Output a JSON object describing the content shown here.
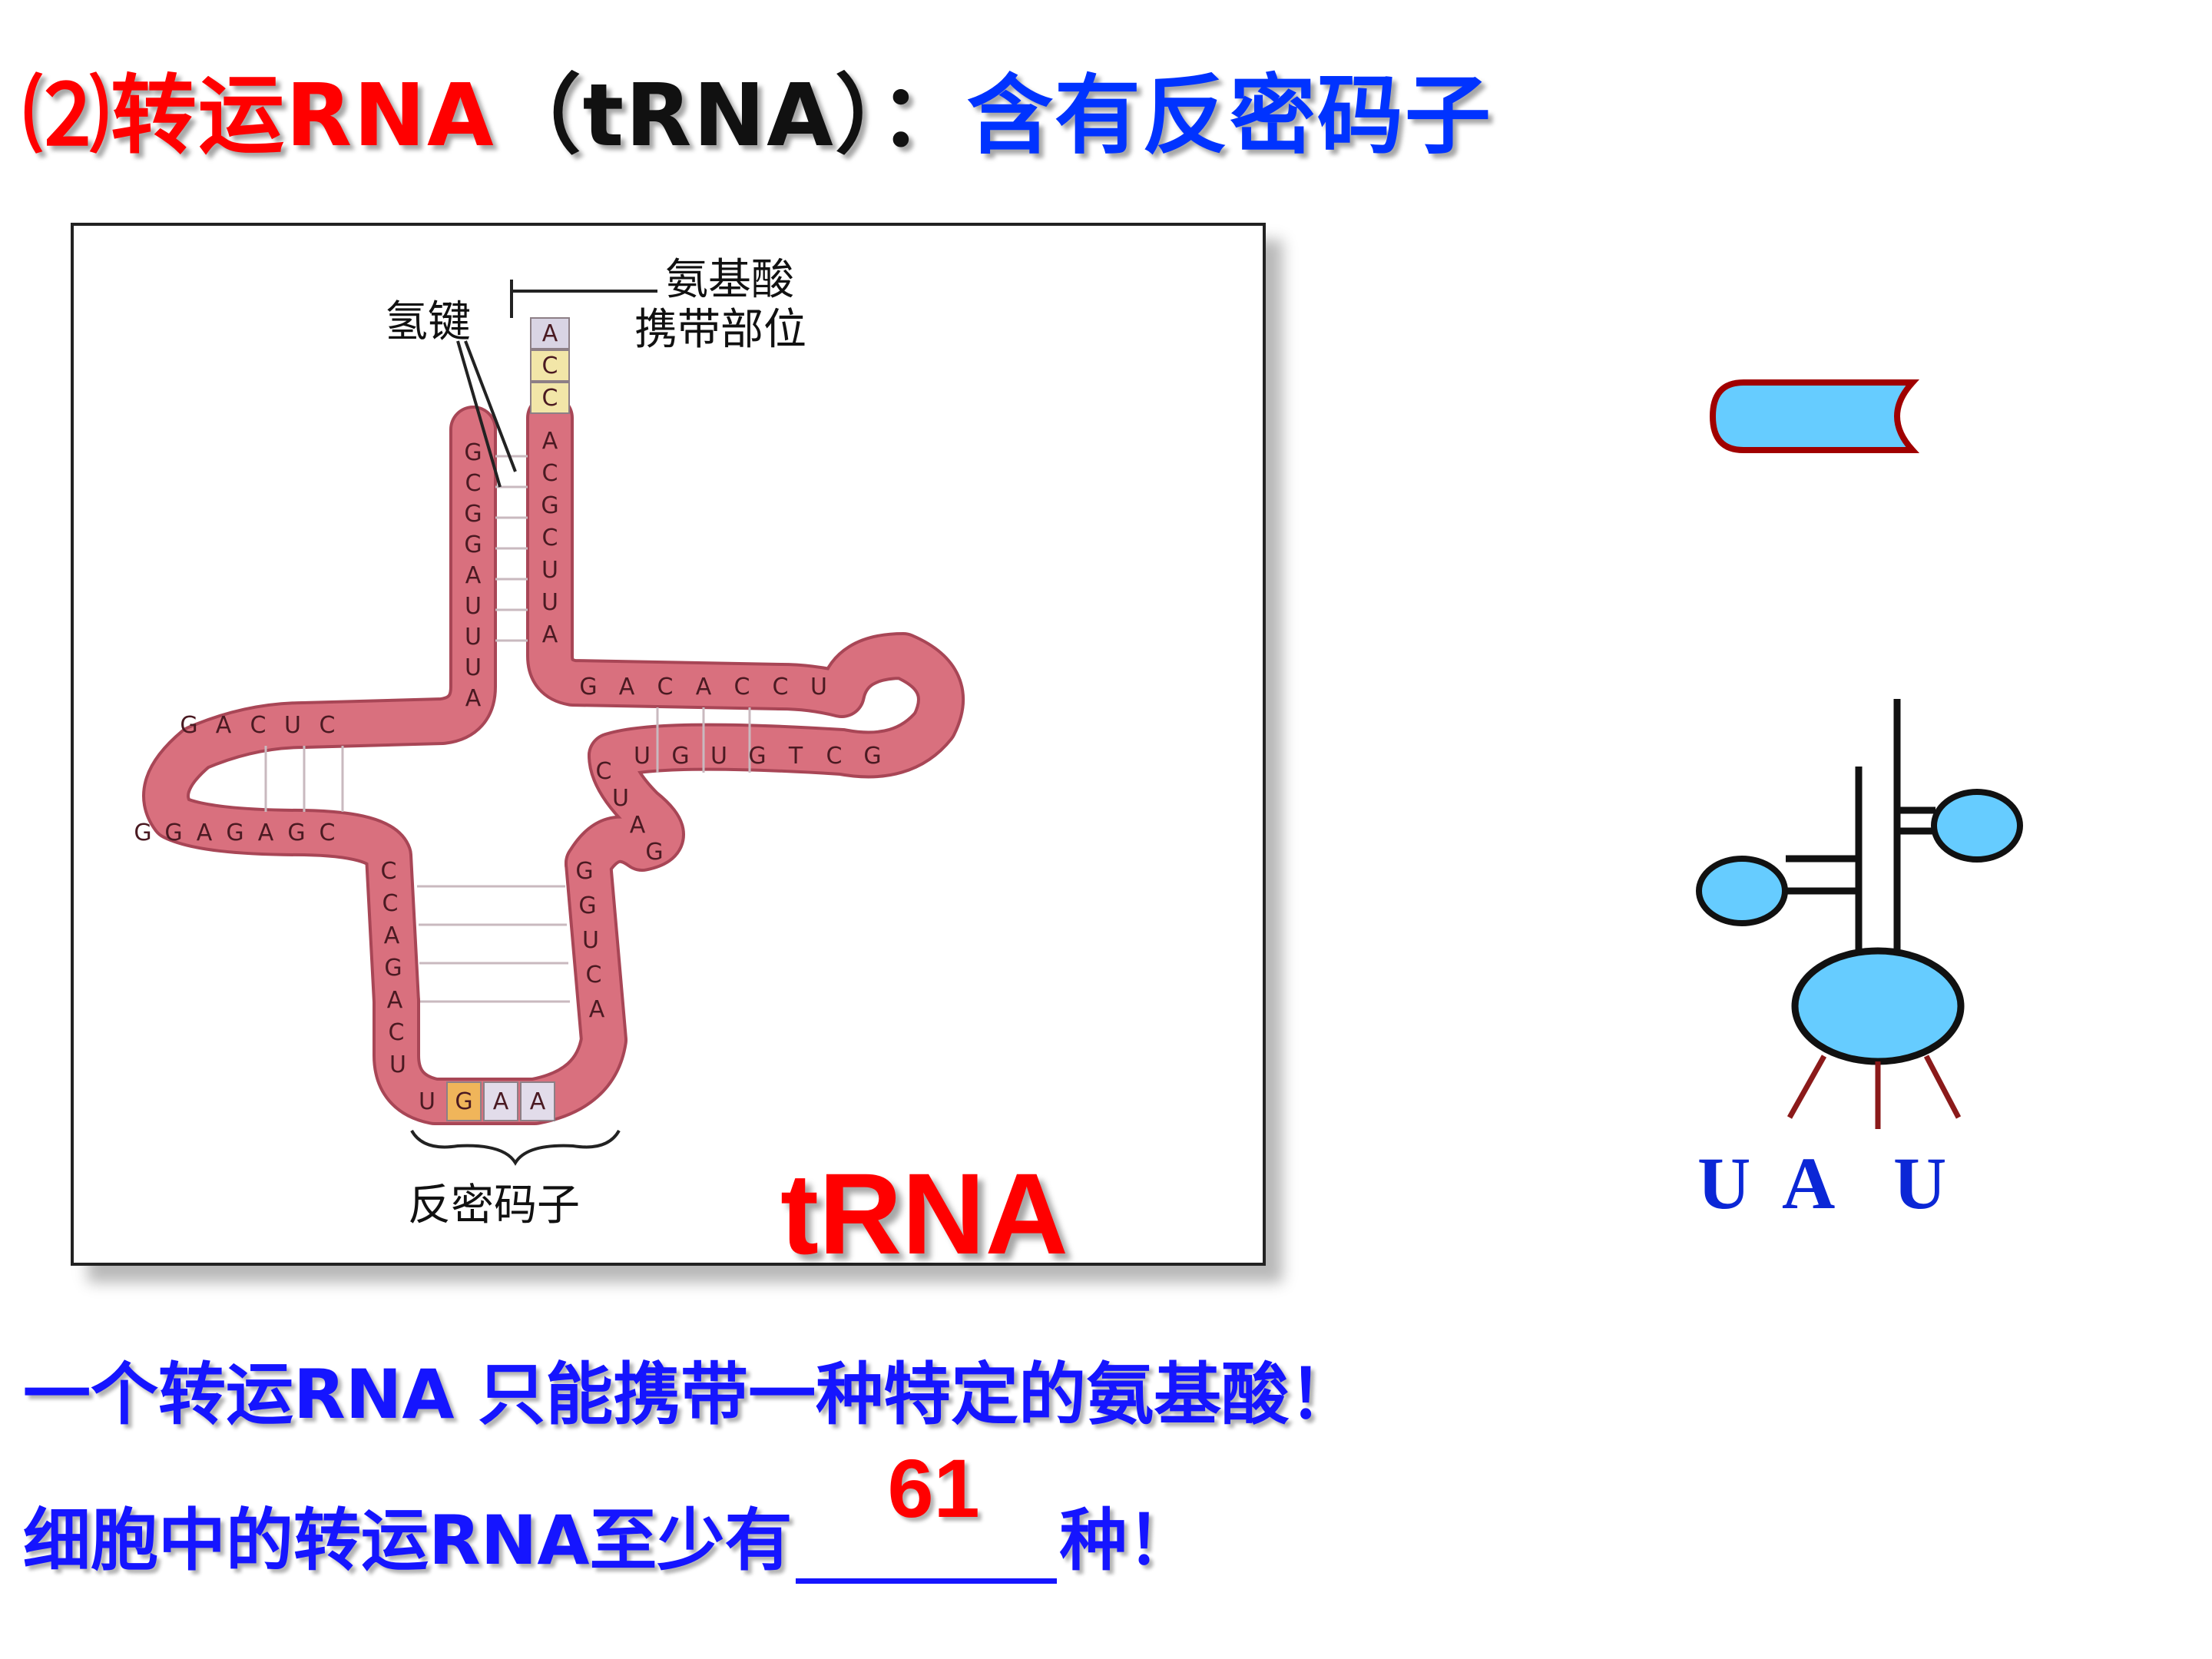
{
  "title": {
    "number": "⑵",
    "name": "转运RNA",
    "abbr": "（tRNA）",
    "colon": "：",
    "feature": "含有反密码子"
  },
  "diagram": {
    "label_trna": "tRNA",
    "label_hbond": "氢键",
    "label_aa_site_line1": "氨基酸",
    "label_aa_site_line2": "携带部位",
    "label_anticodon": "反密码子",
    "acceptor_end": [
      "A",
      "C",
      "C"
    ],
    "acceptor_stem_right": [
      "A",
      "C",
      "G",
      "C",
      "U",
      "U",
      "A"
    ],
    "acceptor_stem_left": [
      "G",
      "C",
      "G",
      "G",
      "A",
      "U",
      "U",
      "U",
      "A"
    ],
    "d_arm_top": [
      "G",
      "A",
      "C",
      "U",
      "C"
    ],
    "d_arm_bottom": [
      "G",
      "G",
      "A",
      "G",
      "A",
      "G",
      "C"
    ],
    "t_arm_top": [
      "G",
      "A",
      "C",
      "A",
      "C",
      "C",
      "U"
    ],
    "t_arm_bottom": [
      "U",
      "G",
      "U",
      "G",
      "T",
      "C",
      "G"
    ],
    "variable_loop": [
      "C",
      "U",
      "A",
      "G"
    ],
    "anticodon_stem_left": [
      "C",
      "C",
      "A",
      "G",
      "A",
      "C",
      "U"
    ],
    "anticodon_stem_right": [
      "G",
      "G",
      "U",
      "C",
      "A"
    ],
    "anticodon_loop": [
      "U",
      "G",
      "A",
      "A"
    ],
    "colors": {
      "body": "#d9707e",
      "body_dark": "#a84656",
      "acceptor_c": "#f2e6a8",
      "acceptor_a": "#d9d4e4",
      "anticodon_g": "#f0b55a",
      "anticodon_a": "#e2dcea"
    }
  },
  "schematic": {
    "codon": [
      "U",
      "A",
      "U"
    ],
    "colors": {
      "fill": "#66ccff",
      "outline": "#111111",
      "cap_outline": "#a00000",
      "legs": "#8b1a1a"
    }
  },
  "statements": {
    "line1": "一个转运RNA 只能携带一种特定的氨基酸！",
    "line2_before": "细胞中的转运RNA至少有",
    "line2_answer": "61",
    "line2_after": "种！"
  }
}
